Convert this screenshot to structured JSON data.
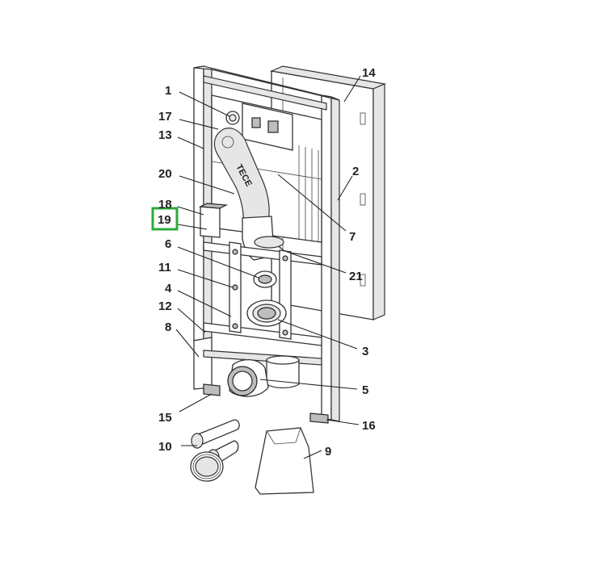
{
  "callouts": {
    "c1": "1",
    "c2": "2",
    "c3": "3",
    "c4": "4",
    "c5": "5",
    "c6": "6",
    "c7": "7",
    "c8": "8",
    "c9": "9",
    "c10": "10",
    "c11": "11",
    "c12": "12",
    "c13": "13",
    "c14": "14",
    "c15": "15",
    "c16": "16",
    "c17": "17",
    "c18": "18",
    "c19": "19",
    "c20": "20",
    "c21": "21"
  },
  "highlight": {
    "label": "19",
    "color": "#2bab3b"
  },
  "logo_text": "TECE"
}
